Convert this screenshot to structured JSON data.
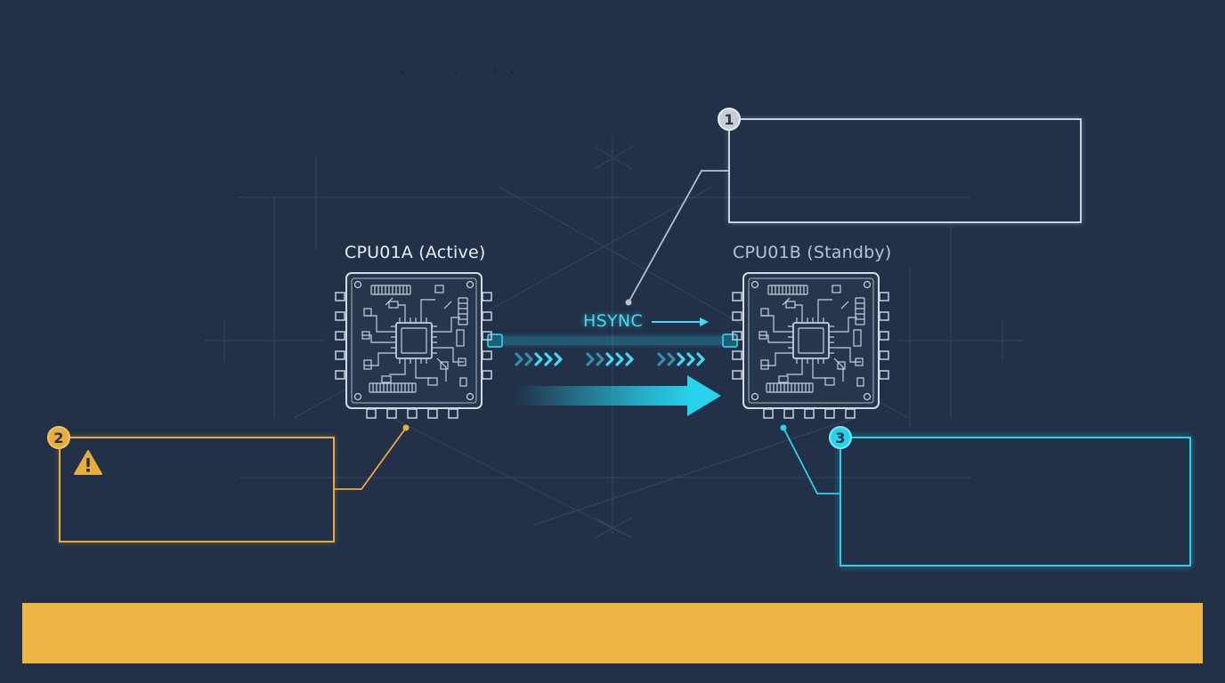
{
  "nodes": {
    "cpu_a": {
      "label": "CPU01A (Active)"
    },
    "cpu_b": {
      "label": "CPU01B (Standby)"
    }
  },
  "link": {
    "label": "HSYNC"
  },
  "callouts": [
    {
      "number": "1",
      "color": "#c9d1da"
    },
    {
      "number": "2",
      "color": "#e8ac3c",
      "icon": "warning-icon"
    },
    {
      "number": "3",
      "color": "#27d3ec"
    }
  ],
  "colors": {
    "background": "#223148",
    "accent_cyan": "#27d3ec",
    "accent_amber": "#efb545",
    "chip_outline": "#d3dae2"
  }
}
